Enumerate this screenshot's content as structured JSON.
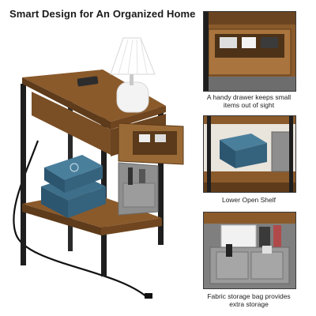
{
  "headline": "Smart Design for An Organized Home",
  "features": [
    {
      "caption": "A handy drawer keeps small items out of sight",
      "icon": "drawer-closeup-photo"
    },
    {
      "caption": "Lower Open Shelf",
      "icon": "open-shelf-photo"
    },
    {
      "caption": "Fabric storage bag provides extra storage",
      "icon": "storage-bag-photo"
    }
  ],
  "colors": {
    "wood": "#8a5a2b",
    "wood_dark": "#5e3b1a",
    "frame": "#1e1e1e",
    "fabric": "#8e8e8e",
    "box_blue": "#3d6f8a"
  }
}
